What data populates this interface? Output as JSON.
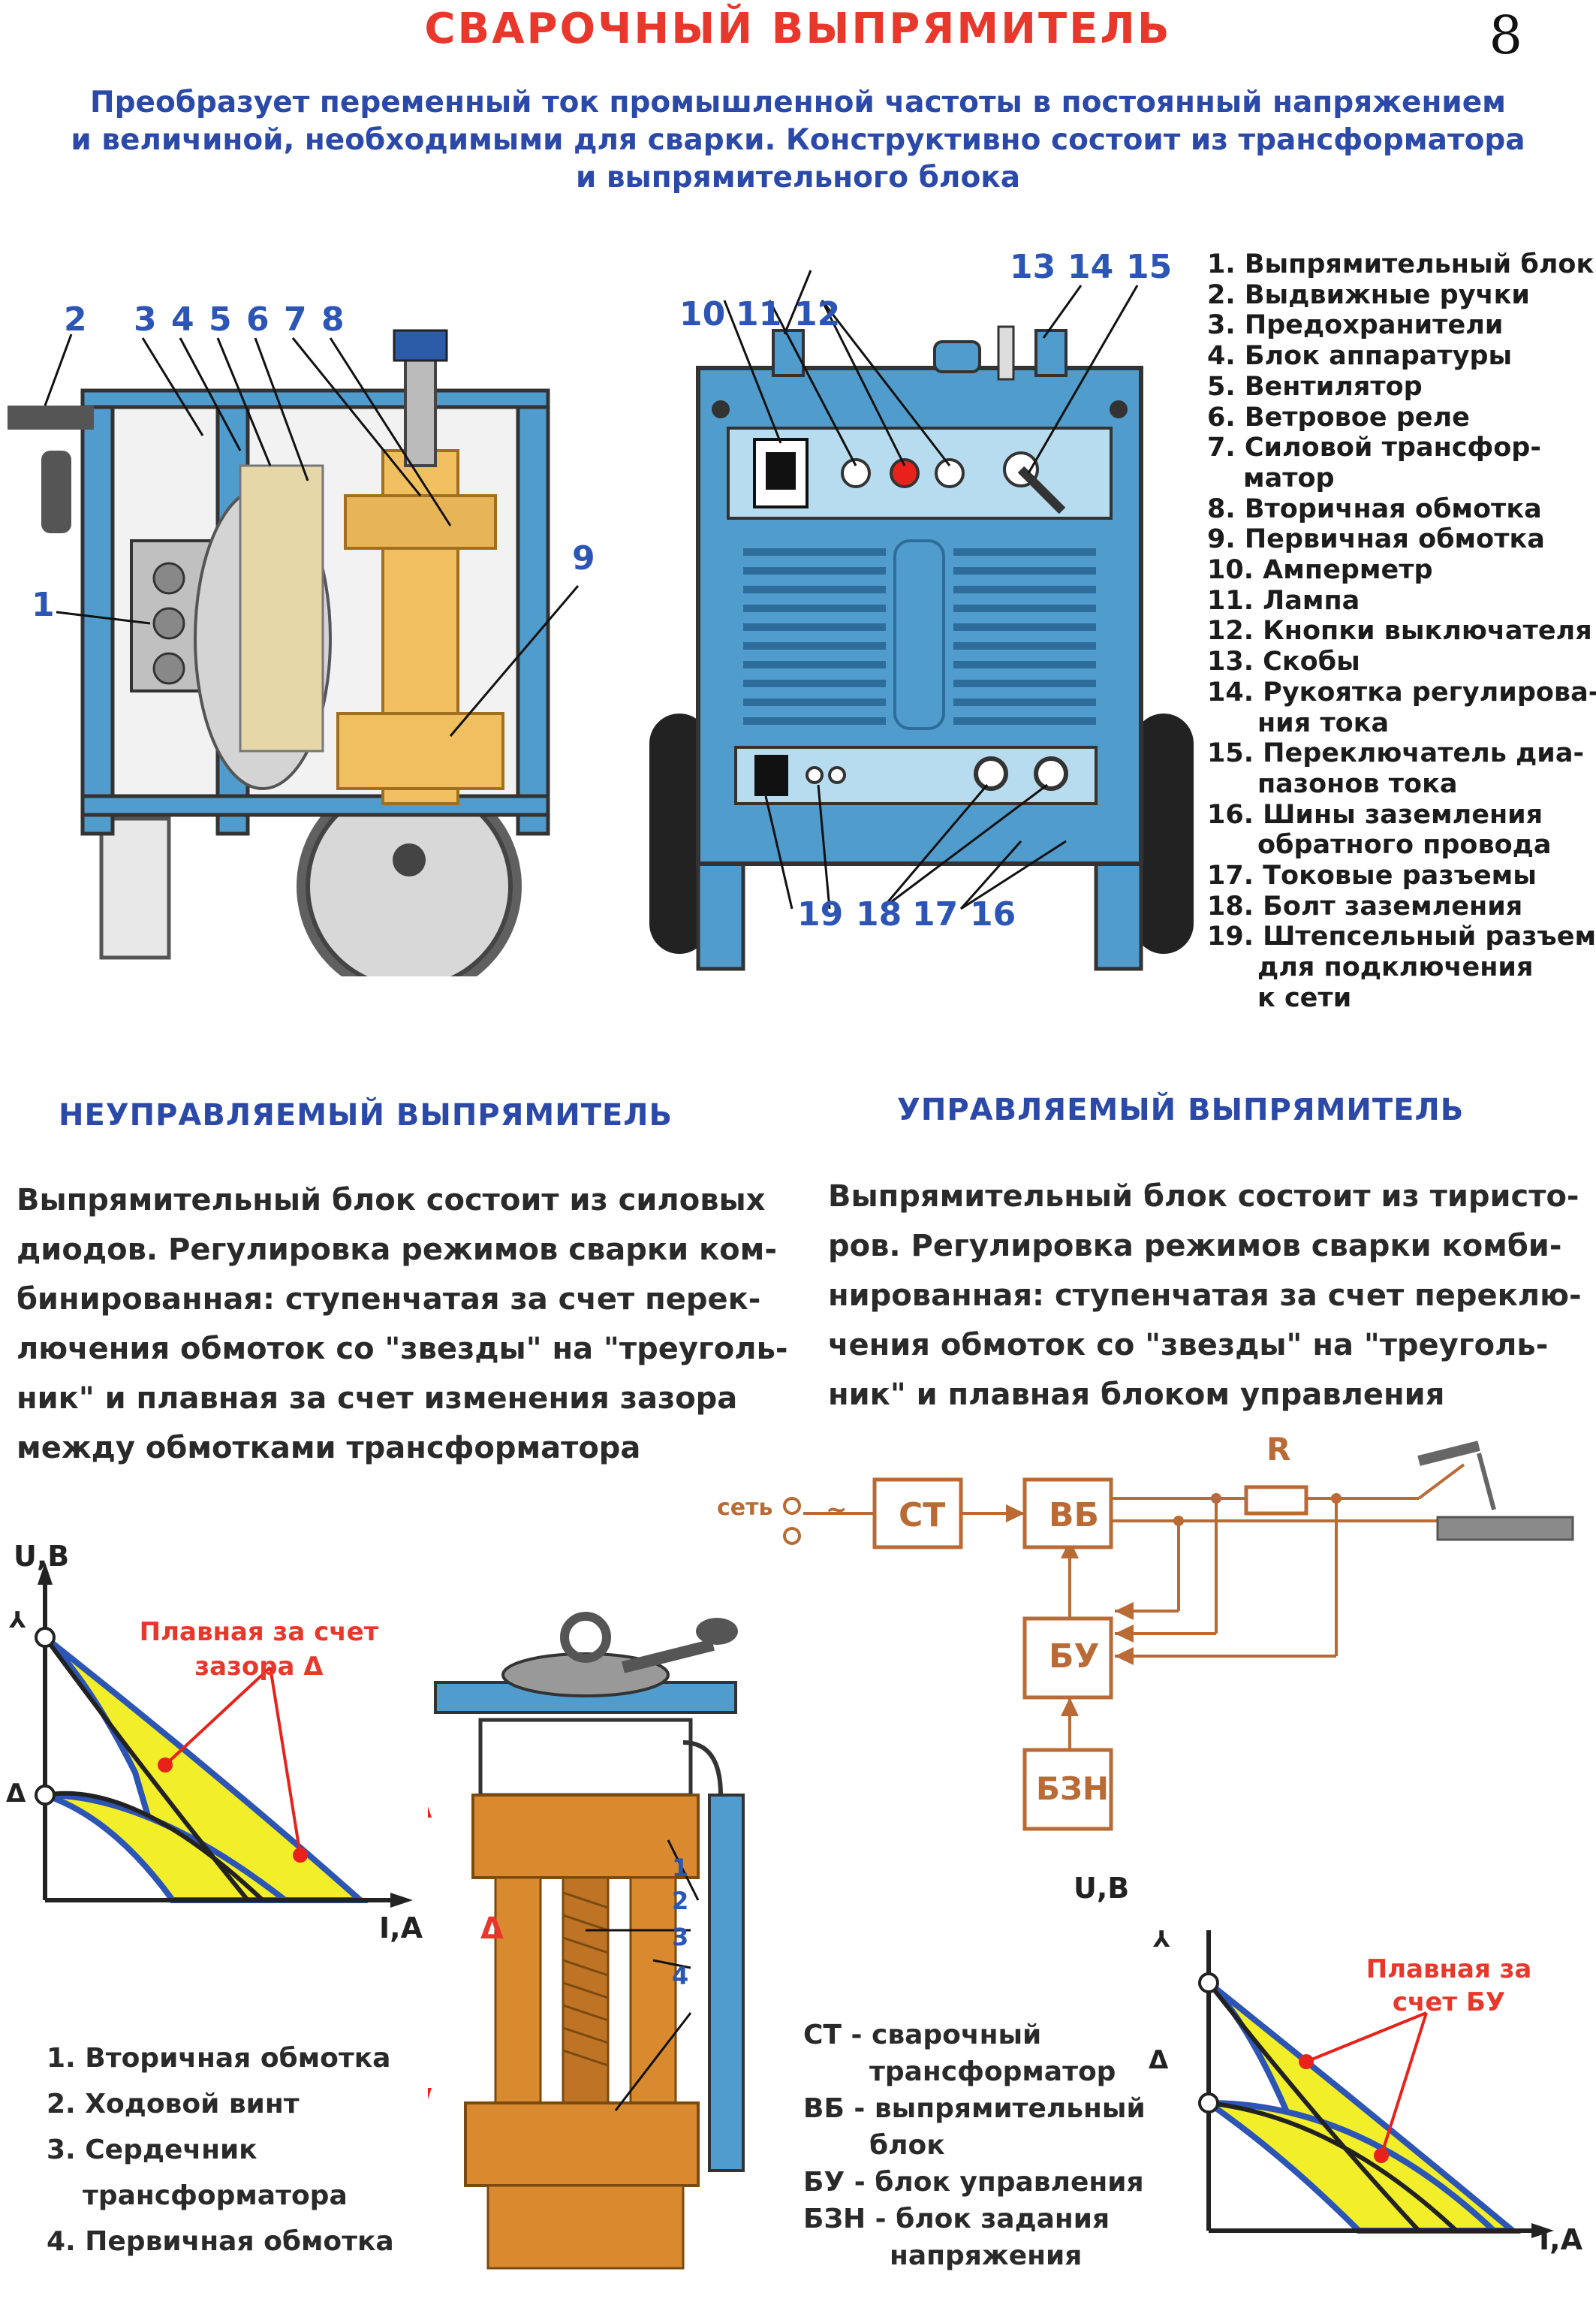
{
  "header": {
    "title": "СВАРОЧНЫЙ ВЫПРЯМИТЕЛЬ",
    "page_number": "8",
    "subtitle_lines": [
      "Преобразует  переменный ток промышленной частоты в постоянный напряжением",
      "и величиной, необходимыми для сварки. Конструктивно состоит из трансформатора",
      "и выпрямительного блока"
    ]
  },
  "callouts_left": [
    "2",
    "3",
    "4",
    "5",
    "6",
    "7",
    "8",
    "1",
    "9"
  ],
  "callouts_right": [
    "10",
    "11",
    "12",
    "13",
    "14",
    "15",
    "19",
    "18",
    "17",
    "16"
  ],
  "legend": [
    {
      "text": "1. Выпрямительный блок"
    },
    {
      "text": "2. Выдвижные ручки"
    },
    {
      "text": "3. Предохранители"
    },
    {
      "text": "4. Блок аппаратуры"
    },
    {
      "text": "5. Вентилятор"
    },
    {
      "text": "6. Ветровое реле"
    },
    {
      "text": "7. Силовой трансфор-"
    },
    {
      "text": "матор",
      "cont": true
    },
    {
      "text": "8. Вторичная обмотка"
    },
    {
      "text": "9. Первичная обмотка"
    },
    {
      "text": "10. Амперметр"
    },
    {
      "text": "11. Лампа"
    },
    {
      "text": "12. Кнопки выключателя"
    },
    {
      "text": "13. Скобы"
    },
    {
      "text": "14. Рукоятка регулирова-"
    },
    {
      "text": "ния тока",
      "cont2": true
    },
    {
      "text": "15. Переключатель диа-"
    },
    {
      "text": "пазонов тока",
      "cont2": true
    },
    {
      "text": "16. Шины заземления"
    },
    {
      "text": "обратного провода",
      "cont2": true
    },
    {
      "text": "17. Токовые разъемы"
    },
    {
      "text": "18. Болт заземления"
    },
    {
      "text": "19. Штепсельный разъем"
    },
    {
      "text": "для подключения",
      "cont2": true
    },
    {
      "text": "к сети",
      "cont2": true
    }
  ],
  "uncontrolled": {
    "heading": "НЕУПРАВЛЯЕМЫЙ ВЫПРЯМИТЕЛЬ",
    "lines": [
      "Выпрямительный блок состоит из силовых",
      "диодов. Регулировка режимов сварки ком-",
      "бинированная: ступенчатая за счет перек-",
      "лючения обмоток со \"звезды\" на \"треуголь-",
      "ник\" и плавная за счет изменения зазора",
      "между обмотками трансформатора"
    ]
  },
  "controlled": {
    "heading": "УПРАВЛЯЕМЫЙ ВЫПРЯМИТЕЛЬ",
    "lines": [
      "Выпрямительный блок состоит из тиристо-",
      "ров. Регулировка режимов сварки  комби-",
      "нированная: ступенчатая за счет переклю-",
      "чения обмоток со \"звезды\" на \"треуголь-",
      "ник\" и плавная блоком управления"
    ]
  },
  "graph_left": {
    "y_label": "U,B",
    "x_label": "I,A",
    "mark_star": "⅄",
    "mark_delta": "Δ",
    "annotation": [
      "Плавная за счет",
      "зазора  Δ"
    ]
  },
  "graph_right": {
    "y_label": "U,B",
    "x_label": "I,A",
    "mark_star": "⅄",
    "mark_delta": "Δ",
    "annotation": [
      "Плавная за",
      "счет БУ"
    ]
  },
  "transformer": {
    "callouts": [
      "1",
      "2",
      "3",
      "4"
    ],
    "gap_label": "Δ",
    "legend": [
      "1. Вторичная обмотка",
      "2. Ходовой винт",
      "3. Сердечник",
      "трансформатора",
      "4. Первичная обмотка"
    ]
  },
  "block_diagram": {
    "input_label": "сеть",
    "input_symbol": "~",
    "st": "СТ",
    "vb": "ВБ",
    "bu": "БУ",
    "bzn": "БЗН",
    "resistor": "R"
  },
  "abbreviations": [
    "СТ - сварочный",
    "трансформатор",
    "ВБ - выпрямительный",
    "блок",
    "БУ - блок управления",
    "БЗН - блок задания",
    "напряжения"
  ],
  "colors": {
    "title_red": "#e8382b",
    "heading_blue": "#2b49a8",
    "machine_blue": "#4f9ccd",
    "graph_yellow": "#f2ef2a",
    "copper": "#d98a2e",
    "block_orange": "#e0a060"
  }
}
